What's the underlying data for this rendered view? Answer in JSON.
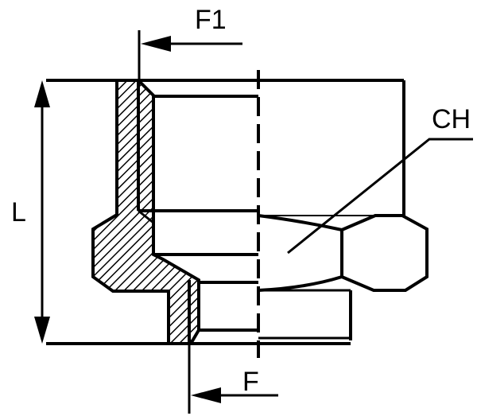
{
  "labels": {
    "force_top": "F1",
    "force_bottom": "F",
    "length": "L",
    "hex": "CH"
  },
  "colors": {
    "stroke": "#000000",
    "background": "#ffffff"
  }
}
